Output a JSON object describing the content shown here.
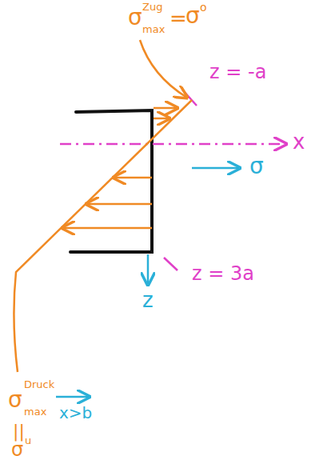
{
  "diagram": {
    "labels": [
      "σ",
      "Zug",
      "max",
      "=",
      "σ",
      "o",
      "z = -a",
      "x",
      "σ",
      "z = 3a",
      "z",
      "σ",
      "Druck",
      "max",
      "x>b",
      "||",
      "σ",
      "u"
    ]
  }
}
